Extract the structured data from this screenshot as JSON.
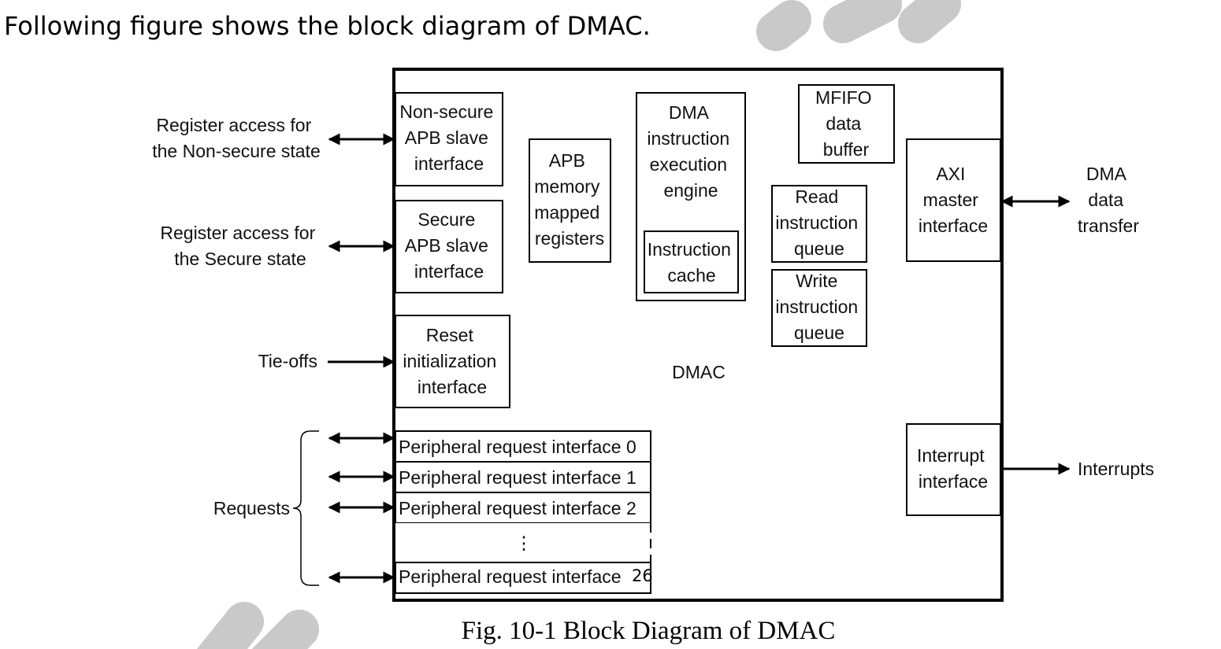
{
  "intro": "Following figure shows the block diagram of DMAC.",
  "caption": "Fig. 10-1 Block Diagram of DMAC",
  "page_number": "26",
  "core_label": "DMAC",
  "blocks": {
    "nonsecure_apb": [
      "Non-secure",
      "APB slave",
      "interface"
    ],
    "secure_apb": [
      "Secure",
      "APB slave",
      "interface"
    ],
    "reset_init": [
      "Reset",
      "initialization",
      "interface"
    ],
    "apb_regs": [
      "APB",
      "memory",
      "mapped",
      "registers"
    ],
    "dma_engine": [
      "DMA",
      "instruction",
      "execution",
      "engine"
    ],
    "instr_cache": [
      "Instruction",
      "cache"
    ],
    "mfifo": [
      "MFIFO",
      "data",
      "buffer"
    ],
    "read_queue": [
      "Read",
      "instruction",
      "queue"
    ],
    "write_queue": [
      "Write",
      "instruction",
      "queue"
    ],
    "axi_master": [
      "AXI",
      "master",
      "interface"
    ],
    "interrupt": [
      "Interrupt",
      "interface"
    ]
  },
  "peripheral_rows": [
    "Peripheral request interface 0",
    "Peripheral request interface 1",
    "Peripheral request interface 2",
    "⋮",
    "Peripheral request interface"
  ],
  "signals": {
    "nonsecure_access": [
      "Register access for",
      "the Non-secure state"
    ],
    "secure_access": [
      "Register access for",
      "the Secure state"
    ],
    "tie_offs": "Tie-offs",
    "requests": "Requests",
    "dma_transfer": [
      "DMA",
      "data",
      "transfer"
    ],
    "interrupts": "Interrupts"
  }
}
